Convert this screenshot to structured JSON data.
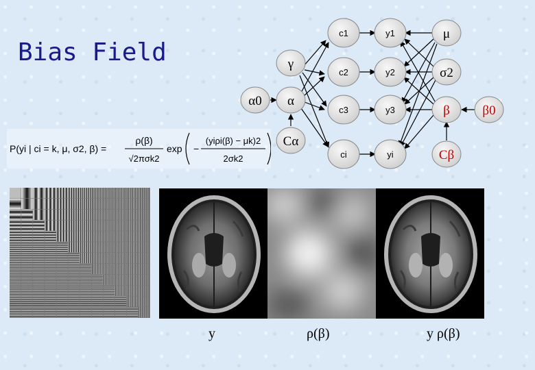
{
  "slide": {
    "title": "Bias Field"
  },
  "graph": {
    "nodes": {
      "gamma": "γ",
      "alpha0": "α0",
      "alpha": "α",
      "c_alpha": "Cα",
      "c1": "c1",
      "c2": "c2",
      "c3": "c3",
      "ci": "ci",
      "y1": "y1",
      "y2": "y2",
      "y3": "y3",
      "yi": "yi",
      "mu": "μ",
      "sigma2": "σ2",
      "beta": "β",
      "c_beta": "Cβ",
      "beta0": "β0"
    },
    "colors": {
      "node_fill": "#e6e6e6",
      "highlight": "#c00000",
      "title": "#1a1a8c"
    }
  },
  "formula": {
    "lhs": "P(yi | ci = k, μ, σ2, β) =",
    "numerator": "ρ(β)",
    "denominator": "√2πσk2",
    "exp": "exp",
    "inner_numerator": "(yiρi(β) − μk)2",
    "inner_denominator": "2σk2"
  },
  "captions": {
    "original": "y",
    "bias": "ρ(β)",
    "corrected": "y ρ(β)"
  }
}
